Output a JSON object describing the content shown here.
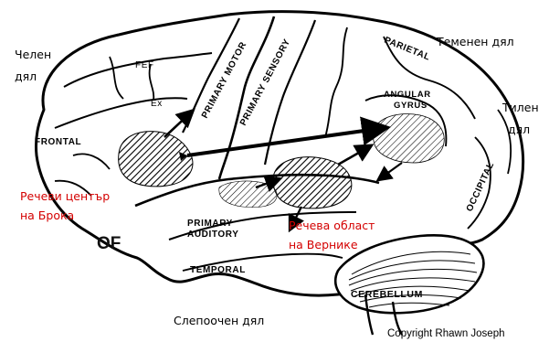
{
  "labels_bg": {
    "frontal_lobe_line1": "Челен",
    "frontal_lobe_line2": "дял",
    "parietal_lobe": "Теменен дял",
    "occipital_lobe_line1": "Тилен",
    "occipital_lobe_line2": "дял",
    "temporal_lobe": "Слепоочен дял"
  },
  "labels_en": {
    "fef": "FEF",
    "ex": "Ex",
    "frontal": "FRONTAL",
    "primary_motor": "PRIMARY MOTOR",
    "primary_sensory": "PRIMARY SENSORY",
    "parietal": "PARIETAL",
    "angular": "ANGULAR",
    "gyrus": "GYRUS",
    "occipital": "OCCIPITAL",
    "primary_auditory_1": "PRIMARY",
    "primary_auditory_2": "AUDITORY",
    "temporal": "TEMPORAL",
    "cerebellum": "CEREBELLUM",
    "of": "OF"
  },
  "labels_red": {
    "broca_line1": "Речеви център",
    "broca_line2": "на Брока",
    "wernicke_line1": "Речева област",
    "wernicke_line2": "на Верникe"
  },
  "copyright": "Copyright Rhawn Joseph",
  "colors": {
    "ink": "#000000",
    "highlight_red": "#d40000",
    "background": "#ffffff"
  }
}
